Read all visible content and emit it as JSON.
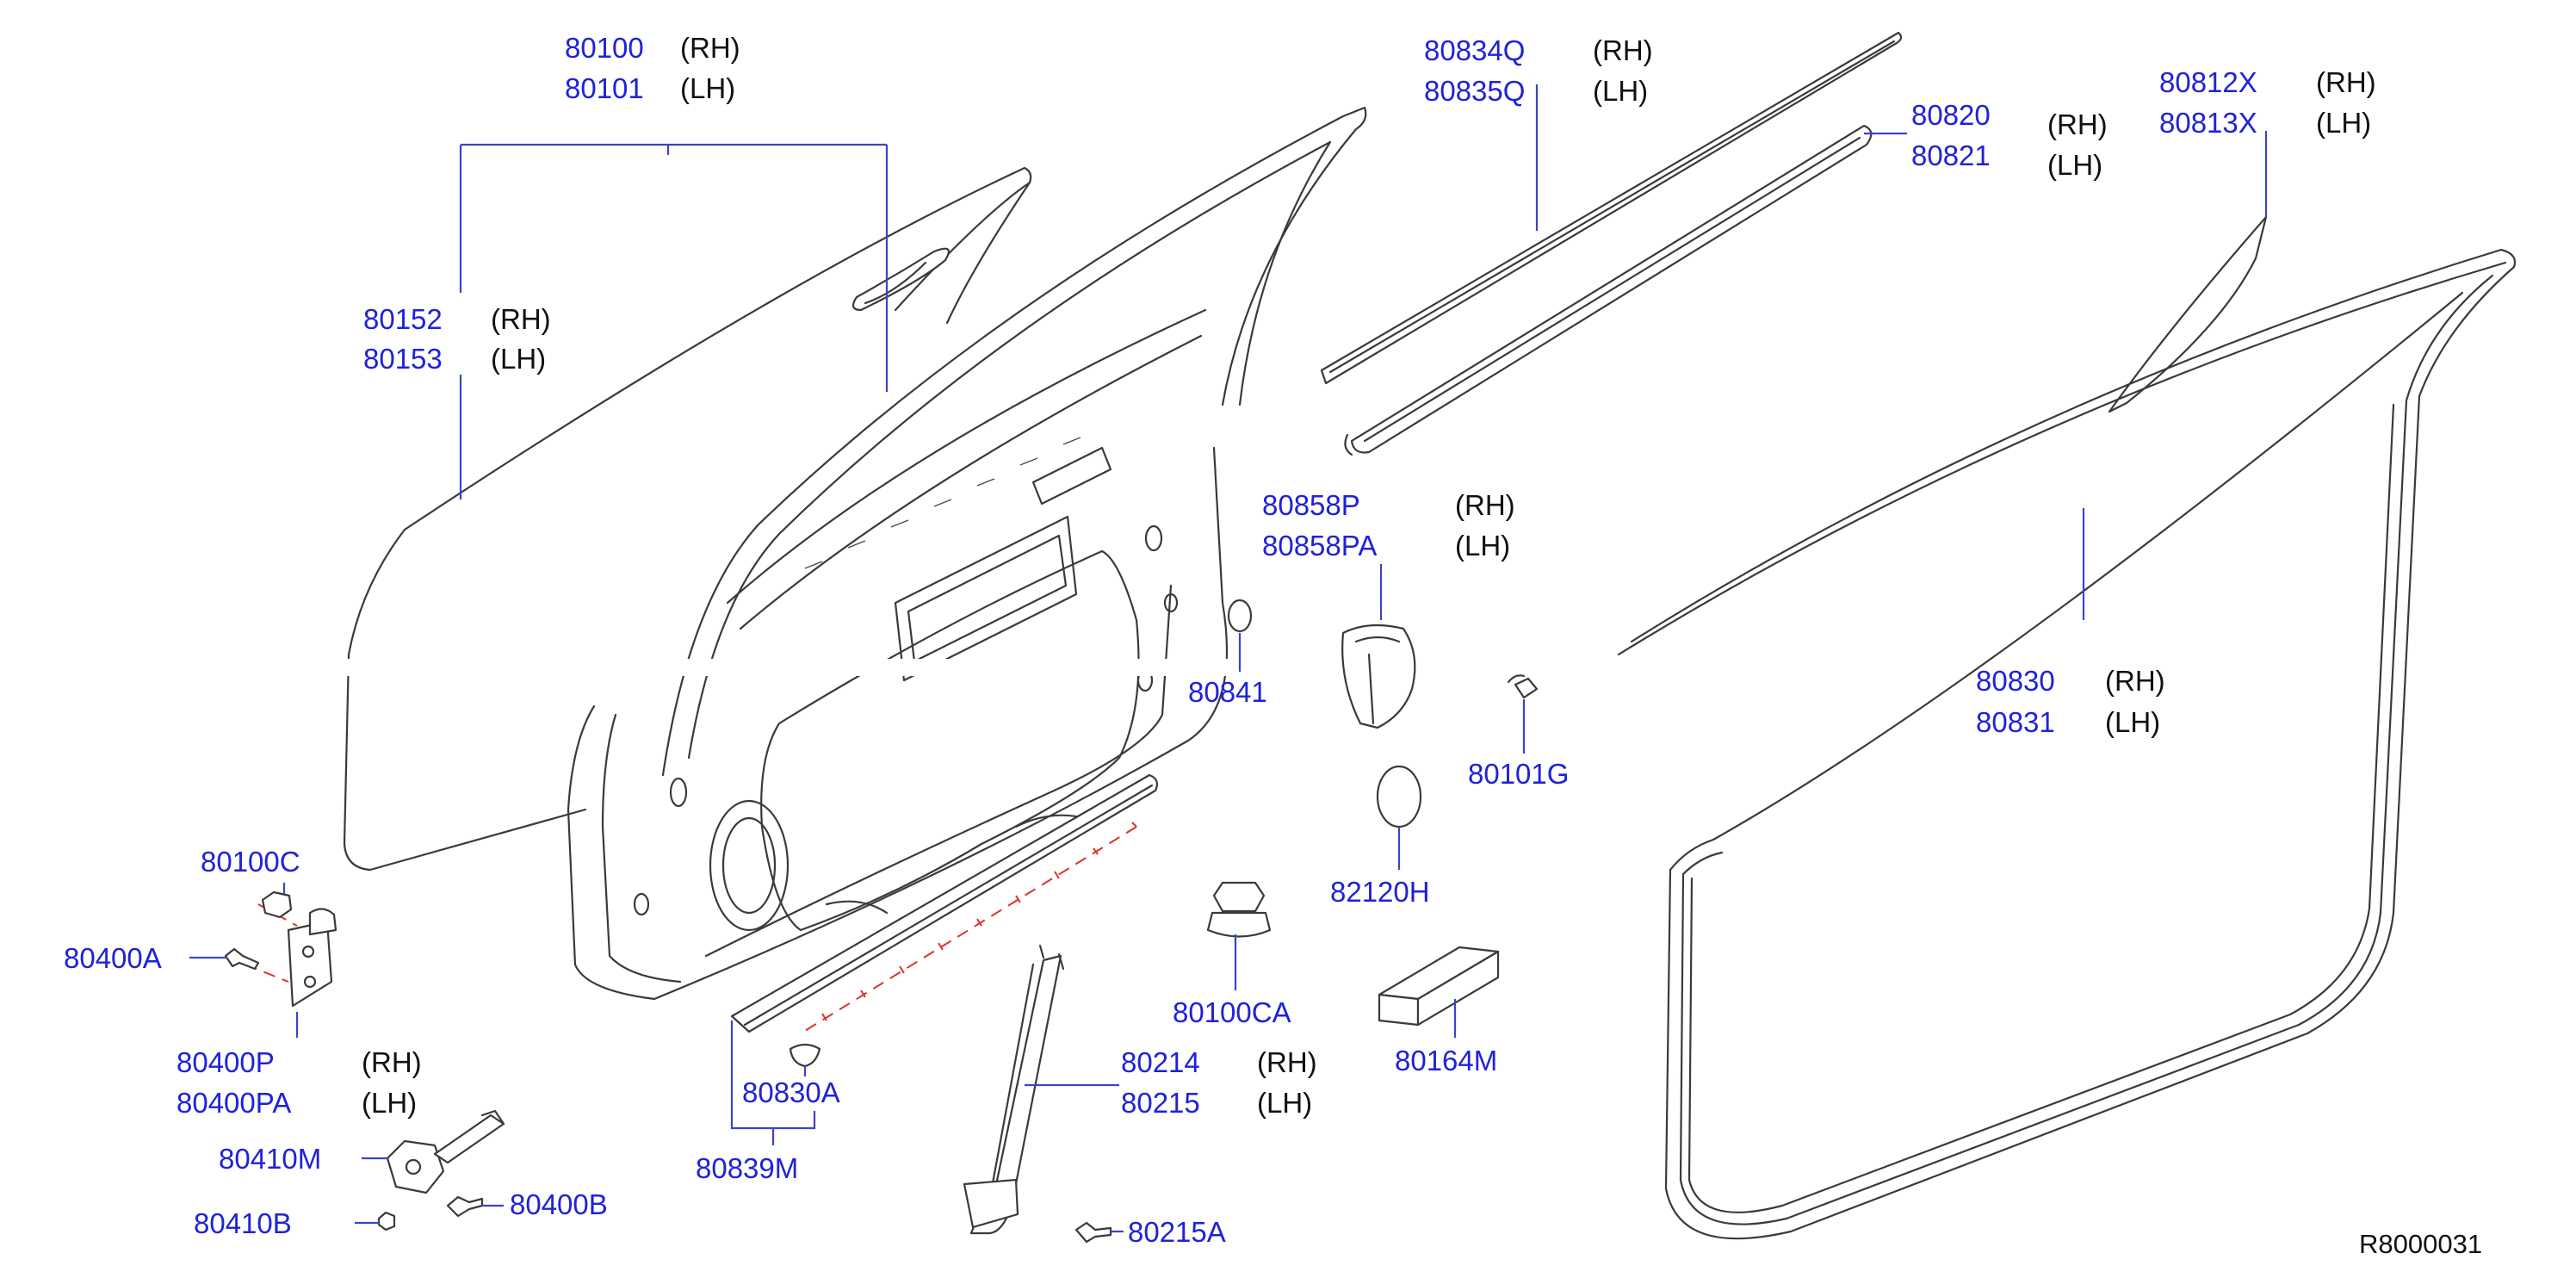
{
  "diagram": {
    "reference_code": "R8000031",
    "callouts": [
      {
        "id": "door-panel",
        "parts": [
          {
            "number": "80100",
            "side": "(RH)"
          },
          {
            "number": "80101",
            "side": "(LH)"
          }
        ]
      },
      {
        "id": "door-skin",
        "parts": [
          {
            "number": "80152",
            "side": "(RH)"
          },
          {
            "number": "80153",
            "side": "(LH)"
          }
        ]
      },
      {
        "id": "outer-glass-run",
        "parts": [
          {
            "number": "80834Q",
            "side": "(RH)"
          },
          {
            "number": "80835Q",
            "side": "(LH)"
          }
        ]
      },
      {
        "id": "inner-glass-run",
        "parts": [
          {
            "number": "80820",
            "side": "(RH)"
          },
          {
            "number": "80821",
            "side": "(LH)"
          }
        ]
      },
      {
        "id": "sash-trim",
        "parts": [
          {
            "number": "80812X",
            "side": "(RH)"
          },
          {
            "number": "80813X",
            "side": "(LH)"
          }
        ]
      },
      {
        "id": "mirror-seal",
        "parts": [
          {
            "number": "80858P",
            "side": "(RH)"
          },
          {
            "number": "80858PA",
            "side": "(LH)"
          }
        ]
      },
      {
        "id": "weatherstrip",
        "parts": [
          {
            "number": "80830",
            "side": "(RH)"
          },
          {
            "number": "80831",
            "side": "(LH)"
          }
        ]
      },
      {
        "id": "hinge",
        "parts": [
          {
            "number": "80400P",
            "side": "(RH)"
          },
          {
            "number": "80400PA",
            "side": "(LH)"
          }
        ]
      },
      {
        "id": "sash-channel",
        "parts": [
          {
            "number": "80214",
            "side": "(RH)"
          },
          {
            "number": "80215",
            "side": "(LH)"
          }
        ]
      }
    ],
    "single_labels": {
      "grommet": "80841",
      "clip": "80101G",
      "plug": "82120H",
      "nut": "80100CA",
      "spacer": "80164M",
      "hinge_nut": "80100C",
      "hinge_bolt": "80400A",
      "check_link": "80410M",
      "check_nut": "80410B",
      "check_bolt": "80400B",
      "seal_clip": "80830A",
      "lower_seal": "80839M",
      "channel_screw": "80215A"
    }
  }
}
